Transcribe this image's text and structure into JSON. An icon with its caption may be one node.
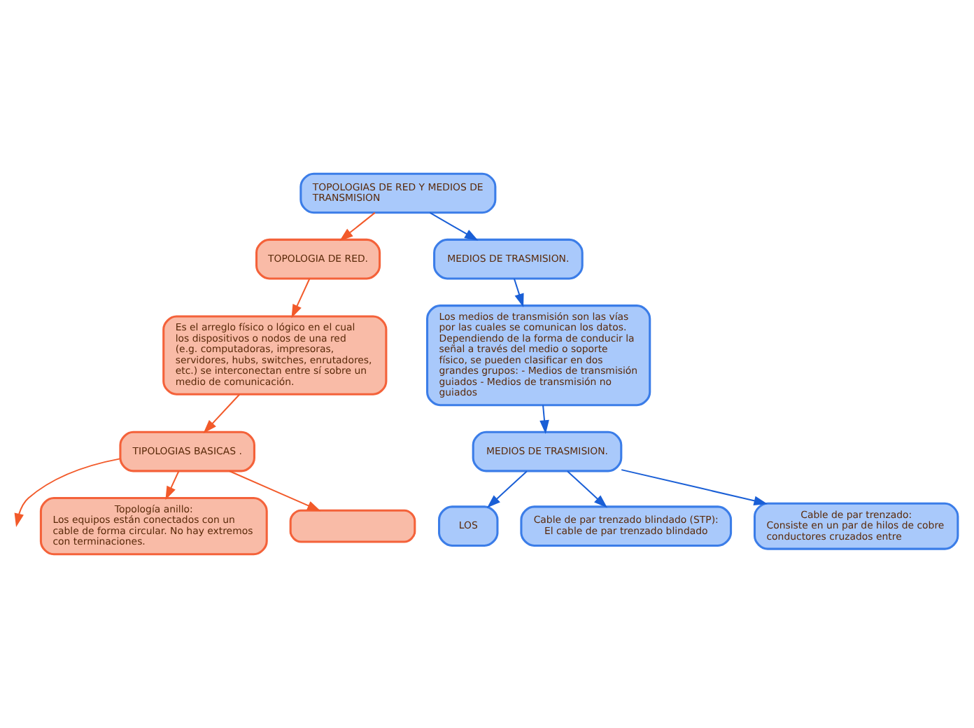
{
  "diagram": {
    "nodes": [
      {
        "text": [
          "TOPOLOGIAS DE RED Y MEDIOS DE TRANSMISION"
        ]
      },
      {
        "text": [
          "TOPOLOGIA DE RED."
        ]
      },
      {
        "text": [
          "MEDIOS DE TRASMISION."
        ]
      },
      {
        "text": [
          "Es el arreglo físico o lógico en el cual los dispositivos o nodos de una red (e.g. computadoras, impresoras, servidores, hubs, switches, enrutadores, etc.) se interconectan entre sí sobre un medio de comunicación."
        ]
      },
      {
        "text": [
          "Los medios de transmisión son las vías por las cuales se comunican los datos. Dependiendo de la forma de conducir la señal a través del medio o soporte físico, se pueden clasificar en dos grandes grupos: - Medios de transmisión guiados - Medios de transmisión no guiados"
        ]
      },
      {
        "text": [
          "TIPOLOGIAS BASICAS ."
        ]
      },
      {
        "text": [
          "Topología anillo:",
          "Los equipos están conectados con un cable de forma circular. No hay extremos con terminaciones."
        ]
      },
      {
        "text": [],
        "shape": "box"
      },
      {
        "text": [
          "MEDIOS DE TRASMISION."
        ]
      },
      {
        "text": [
          "LOS"
        ]
      },
      {
        "text": [
          "Cable de par trenzado blindado (STP):",
          "El cable de par trenzado blindado"
        ]
      },
      {
        "text": [
          "Cable de par trenzado:",
          "Consiste en un par de hilos de cobre conductores cruzados entre"
        ]
      }
    ],
    "edges": [
      {
        "from": 0,
        "to": 1,
        "arrow": "to",
        "color": "#f25a2a"
      },
      {
        "from": 0,
        "to": 2,
        "arrow": "to",
        "color": "#1a5fd6"
      },
      {
        "from": 1,
        "to": 3,
        "arrow": "to",
        "color": "#f25a2a"
      },
      {
        "from": 2,
        "to": 4,
        "arrow": "to",
        "color": "#1a5fd6"
      },
      {
        "from": 3,
        "to": 5,
        "arrow": "to",
        "color": "#f25a2a"
      },
      {
        "from": 5,
        "to": 6,
        "arrow": "to",
        "color": "#f25a2a"
      },
      {
        "from": 5,
        "to": null,
        "arrow": "to",
        "color": "#f25a2a"
      },
      {
        "from": 5,
        "to": 7,
        "arrow": "to",
        "color": "#f25a2a"
      },
      {
        "from": 4,
        "to": 8,
        "arrow": "to",
        "color": "#1a5fd6"
      },
      {
        "from": 8,
        "to": 9,
        "arrow": "to",
        "color": "#1a5fd6"
      },
      {
        "from": 8,
        "to": 10,
        "arrow": "to",
        "color": "#1a5fd6"
      },
      {
        "from": 8,
        "to": 11,
        "arrow": "to",
        "color": "#1a5fd6"
      }
    ]
  }
}
